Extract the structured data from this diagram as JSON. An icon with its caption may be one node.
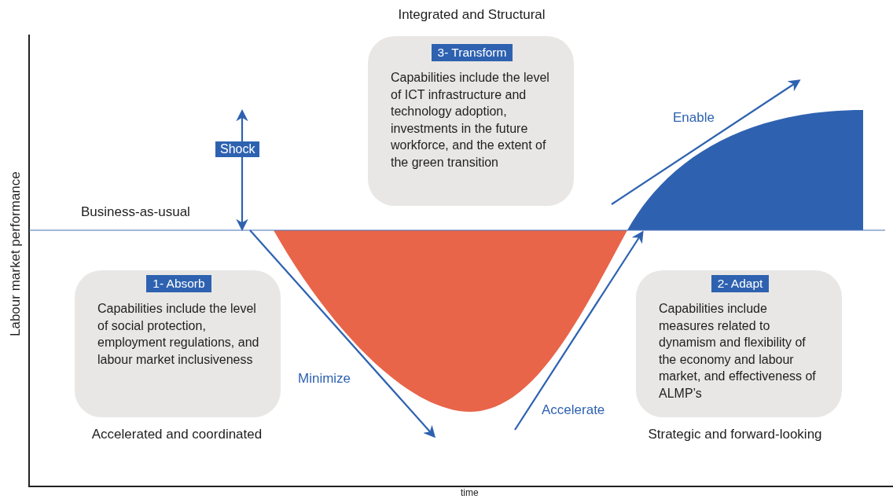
{
  "diagram": {
    "nodes": [
      {
        "text": [
          "3- Transform",
          "Capabilities include the level of ICT infrastructure and technology adoption, investments in the future workforce, and the extent of the green transition"
        ],
        "beside": [
          "Integrated and Structural"
        ]
      },
      {
        "text": [
          "1- Absorb",
          "Capabilities include the level of social protection, employment regulations, and labour market inclusiveness"
        ],
        "beside": [
          "Accelerated and coordinated"
        ]
      },
      {
        "text": [
          "2- Adapt",
          "Capabilities include measures related to dynamism and flexibility of the economy and labour market, and effectiveness of ALMP’s"
        ],
        "beside": [
          "Strategic and forward-looking"
        ]
      }
    ],
    "edges": [],
    "labels": [
      "Enable",
      "Shock",
      "Labour market performance",
      "Business-as-usual",
      "Minimize",
      "Accelerate",
      "time"
    ]
  }
}
